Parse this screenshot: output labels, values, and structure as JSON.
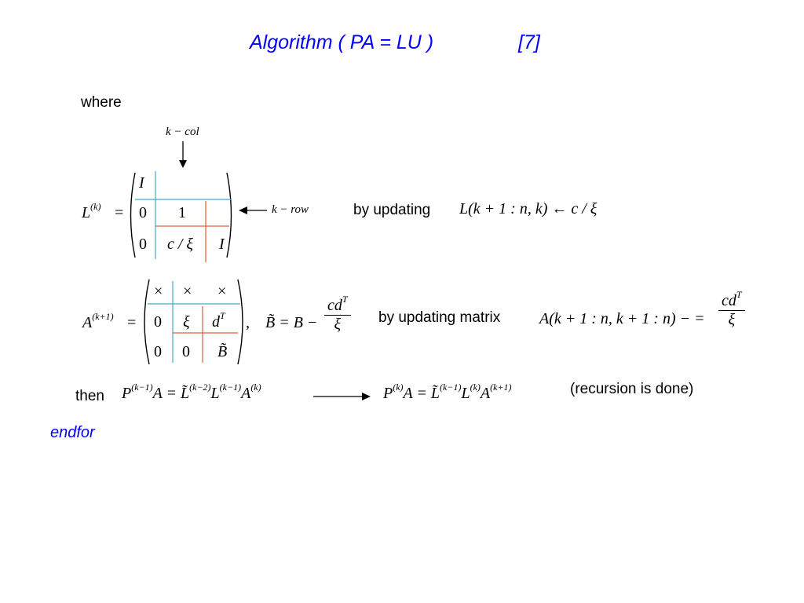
{
  "title": {
    "main": "Algorithm ( PA = LU )",
    "ref": "[7]"
  },
  "where_label": "where",
  "k_col_label": "k − col",
  "k_row_label": "k − row",
  "L_matrix": {
    "lhs": "L",
    "lhs_sup": "(k)",
    "eq": "=",
    "cells": [
      "I",
      "0",
      "1",
      "0",
      "c / ξ",
      "I"
    ]
  },
  "by_updating_1": "by updating",
  "update_L": {
    "lhs": "L(k + 1 : n, k)",
    "arrow": "←",
    "rhs": "c / ξ"
  },
  "A_matrix": {
    "lhs": "A",
    "lhs_sup": "(k+1)",
    "eq": "=",
    "cells": [
      "×",
      "×",
      "×",
      "0",
      "ξ",
      "d",
      "0",
      "0",
      "B̃"
    ],
    "d_sup": "T",
    "comma": ","
  },
  "B_update": {
    "lhs": "B̃ = B −",
    "num": "cd",
    "num_sup": "T",
    "den": "ξ"
  },
  "by_updating_2": "by updating matrix",
  "update_A": {
    "lhs": "A(k + 1 : n, k + 1 : n) − =",
    "num": "cd",
    "num_sup": "T",
    "den": "ξ"
  },
  "then_label": "then",
  "eq_left": {
    "p": "P",
    "p_sup": "(k−1)",
    "a": "A =",
    "lt": "L̃",
    "lt_sup": "(k−2)",
    "l": "L",
    "l_sup": "(k−1)",
    "a2": "A",
    "a2_sup": "(k)"
  },
  "eq_right": {
    "p": "P",
    "p_sup": "(k)",
    "a": "A =",
    "lt": "L̃",
    "lt_sup": "(k−1)",
    "l": "L",
    "l_sup": "(k)",
    "a2": "A",
    "a2_sup": "(k+1)"
  },
  "recursion_note": "(recursion is done)",
  "endfor_label": "endfor",
  "colors": {
    "title": "#0000ff",
    "cyan_rule": "#4aa8c8",
    "red_rule": "#d9623c"
  }
}
